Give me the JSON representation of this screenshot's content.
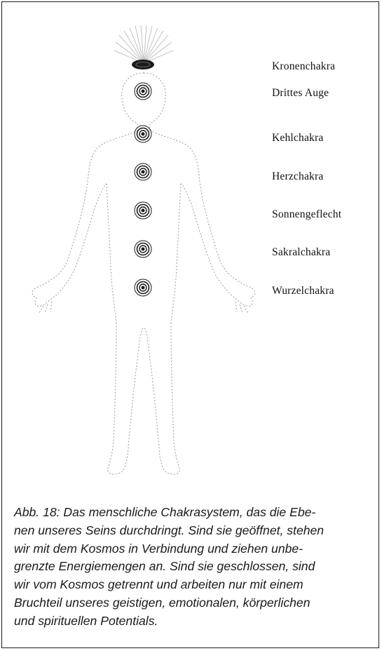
{
  "chakras": [
    {
      "label": "Kronenchakra"
    },
    {
      "label": "Drittes Auge"
    },
    {
      "label": "Kehlchakra"
    },
    {
      "label": "Herzchakra"
    },
    {
      "label": "Sonnengeflecht"
    },
    {
      "label": "Sakralchakra"
    },
    {
      "label": "Wurzelchakra"
    }
  ],
  "caption": {
    "lines": [
      "Abb. 18: Das menschliche Chakrasystem, das die Ebe-",
      "nen unseres Seins durchdringt. Sind sie geöffnet, stehen",
      "wir mit dem Kosmos in Verbindung und ziehen unbe-",
      "grenzte Energiemengen an. Sind sie geschlossen, sind",
      "wir vom Kosmos getrennt und arbeiten nur mit einem",
      "Bruchteil unseres geistigen, emotionalen, körperlichen",
      "und spirituellen Potentials."
    ]
  }
}
